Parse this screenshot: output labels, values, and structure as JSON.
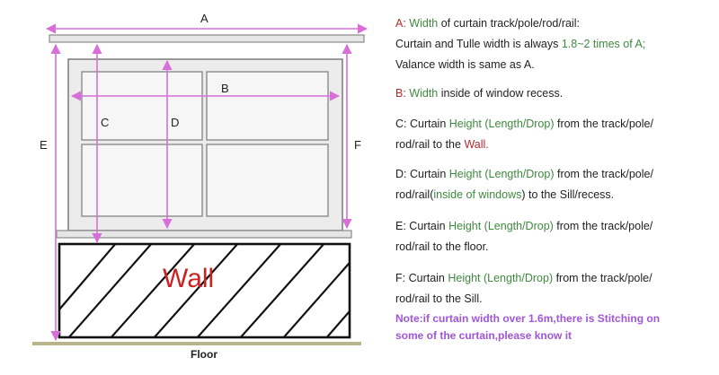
{
  "diagram": {
    "labels": {
      "a": "A",
      "b": "B",
      "c": "C",
      "d": "D",
      "e": "E",
      "f": "F",
      "wall": "Wall",
      "floor": "Floor"
    },
    "colors": {
      "measure": "#d86fd8",
      "wall_text": "#cc2222",
      "frame": "#7a7a7a",
      "window_fill": "#f1f1f1",
      "floor": "#b9b48a"
    }
  },
  "legend": {
    "a": {
      "key": "A: ",
      "term": "Width",
      "line1_rest": " of curtain track/pole/rod/rail:",
      "line2_pre": "Curtain and Tulle width is always ",
      "line2_hl": "1.8~2 times of A;",
      "line3": "Valance width is same as A."
    },
    "b": {
      "key": "B: ",
      "term": "Width",
      "rest": " inside of window recess."
    },
    "c": {
      "key": "C: ",
      "pre": "Curtain ",
      "term": "Height (Length/Drop)",
      "post": " from the track/pole/",
      "line2_pre": "rod/rail to the ",
      "line2_hl": "Wall."
    },
    "d": {
      "key": "D: ",
      "pre": "Curtain ",
      "term": "Height (Length/Drop)",
      "post": " from the track/pole/",
      "line2_pre": "rod/rail(",
      "line2_hl": "inside of windows",
      "line2_post": ") to the Sill/recess."
    },
    "e": {
      "key": "E: ",
      "pre": "Curtain ",
      "term": "Height (Length/Drop)",
      "post": " from the track/pole/",
      "line2": "rod/rail to the floor."
    },
    "f": {
      "key": "F: ",
      "pre": "Curtain ",
      "term": "Height (Length/Drop)",
      "post": " from the track/pole/",
      "line2": "rod/rail to the Sill."
    },
    "note_line1": "Note:if curtain width over 1.6m,there is Stitching on",
    "note_line2": "some of the curtain,please know it"
  }
}
